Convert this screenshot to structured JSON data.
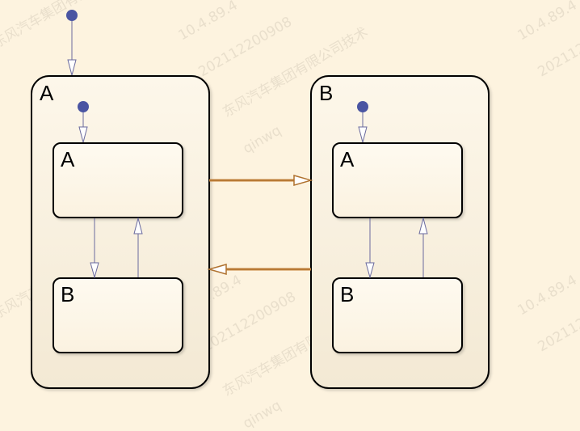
{
  "watermark": {
    "ip": "10.4.89.4",
    "id": "202112200908",
    "company": "东风汽车集团有限公司技术",
    "user": "qinwq"
  },
  "colors": {
    "background": "#fdf3df",
    "state_fill_top": "#fdf6e8",
    "state_fill_bottom": "#f2e8d3",
    "state_border": "#000000",
    "default_dot": "#4a55a2",
    "inner_transition": "#6a6a9e",
    "outer_transition": "#c8843e"
  },
  "states": {
    "outer_a": {
      "label": "A",
      "children": {
        "a": {
          "label": "A"
        },
        "b": {
          "label": "B"
        }
      }
    },
    "outer_b": {
      "label": "B",
      "children": {
        "a": {
          "label": "A"
        },
        "b": {
          "label": "B"
        }
      }
    }
  }
}
